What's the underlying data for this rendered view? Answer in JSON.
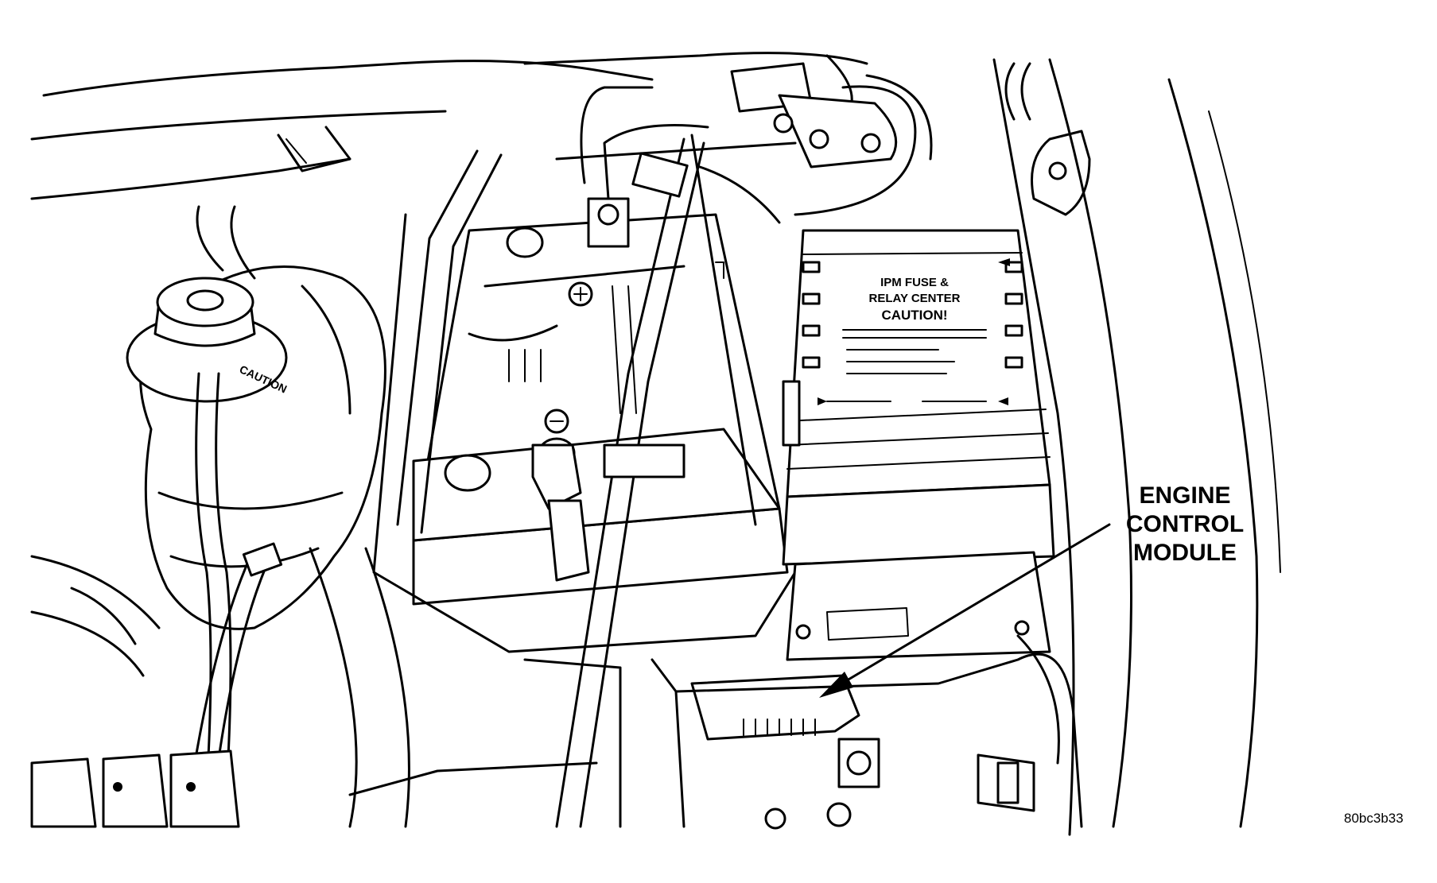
{
  "callout": {
    "line1": "ENGINE",
    "line2": "CONTROL",
    "line3": "MODULE"
  },
  "fuse_box_label": {
    "line1": "IPM FUSE &",
    "line2": "RELAY CENTER",
    "warning": "CAUTION!"
  },
  "reservoir_cap_text": "CAUTION",
  "figure_id": "80bc3b33"
}
